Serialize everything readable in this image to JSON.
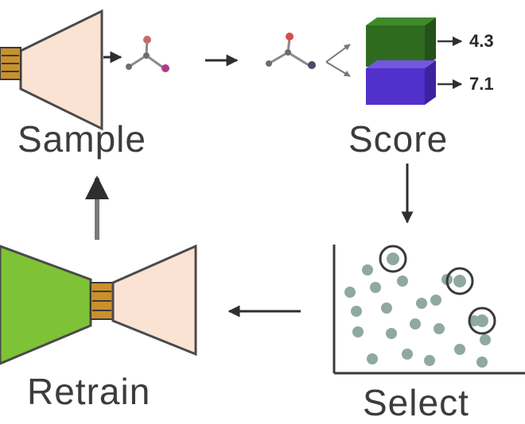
{
  "steps": {
    "sample": "Sample",
    "score": "Score",
    "select": "Select",
    "retrain": "Retrain"
  },
  "scores": {
    "first": "4.3",
    "second": "7.1"
  },
  "colors": {
    "decoder": "#fbe3d4",
    "encoder": "#7ec236",
    "latent": "#c9912b",
    "green_cube": "#2f6b1f",
    "purple_cube": "#5230cc",
    "points": "#8fa9a1",
    "atom_red": "#d94c4c",
    "atom_gray": "#6d6d6d",
    "arrow": "#3a3a3a"
  }
}
